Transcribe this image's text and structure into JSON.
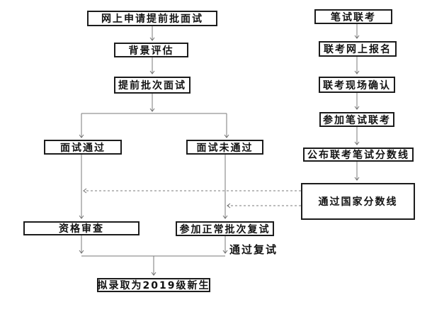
{
  "colors": {
    "background": "#ffffff",
    "box_border": "#1c1c1c",
    "box_fill": "#ffffff",
    "connector": "#7a7a7a",
    "text": "#121212"
  },
  "nodes": {
    "apply": {
      "label": "网上申请提前批面试"
    },
    "background_eval": {
      "label": "背景评估"
    },
    "early_interview": {
      "label": "提前批次面试"
    },
    "interview_pass": {
      "label": "面试通过"
    },
    "interview_fail": {
      "label": "面试未通过"
    },
    "qualification": {
      "label": "资格审查"
    },
    "normal_retest": {
      "label": "参加正常批次复试"
    },
    "admission": {
      "label": "拟录取为2019级新生"
    },
    "written_exam": {
      "label": "笔试联考"
    },
    "online_register": {
      "label": "联考网上报名"
    },
    "onsite_confirm": {
      "label": "联考现场确认"
    },
    "take_exam": {
      "label": "参加笔试联考"
    },
    "score_line": {
      "label": "公布联考笔试分数线"
    },
    "national_line": {
      "label": "通过国家分数线"
    }
  },
  "edge_labels": {
    "pass_retest": "通过复试"
  },
  "edges": [
    {
      "from": "apply",
      "to": "background_eval",
      "style": "solid"
    },
    {
      "from": "background_eval",
      "to": "early_interview",
      "style": "solid"
    },
    {
      "from": "early_interview",
      "to": "interview_pass",
      "style": "solid"
    },
    {
      "from": "early_interview",
      "to": "interview_fail",
      "style": "solid"
    },
    {
      "from": "interview_pass",
      "to": "qualification",
      "style": "solid"
    },
    {
      "from": "interview_fail",
      "to": "normal_retest",
      "style": "solid"
    },
    {
      "from": "qualification",
      "to": "admission",
      "style": "solid"
    },
    {
      "from": "normal_retest",
      "to": "admission",
      "style": "solid",
      "label": "通过复试"
    },
    {
      "from": "written_exam",
      "to": "online_register",
      "style": "solid"
    },
    {
      "from": "online_register",
      "to": "onsite_confirm",
      "style": "solid"
    },
    {
      "from": "onsite_confirm",
      "to": "take_exam",
      "style": "solid"
    },
    {
      "from": "take_exam",
      "to": "score_line",
      "style": "solid"
    },
    {
      "from": "score_line",
      "to": "national_line",
      "style": "solid"
    },
    {
      "from": "national_line",
      "to": "interview_pass",
      "style": "dashed"
    },
    {
      "from": "national_line",
      "to": "interview_fail",
      "style": "dashed"
    }
  ]
}
